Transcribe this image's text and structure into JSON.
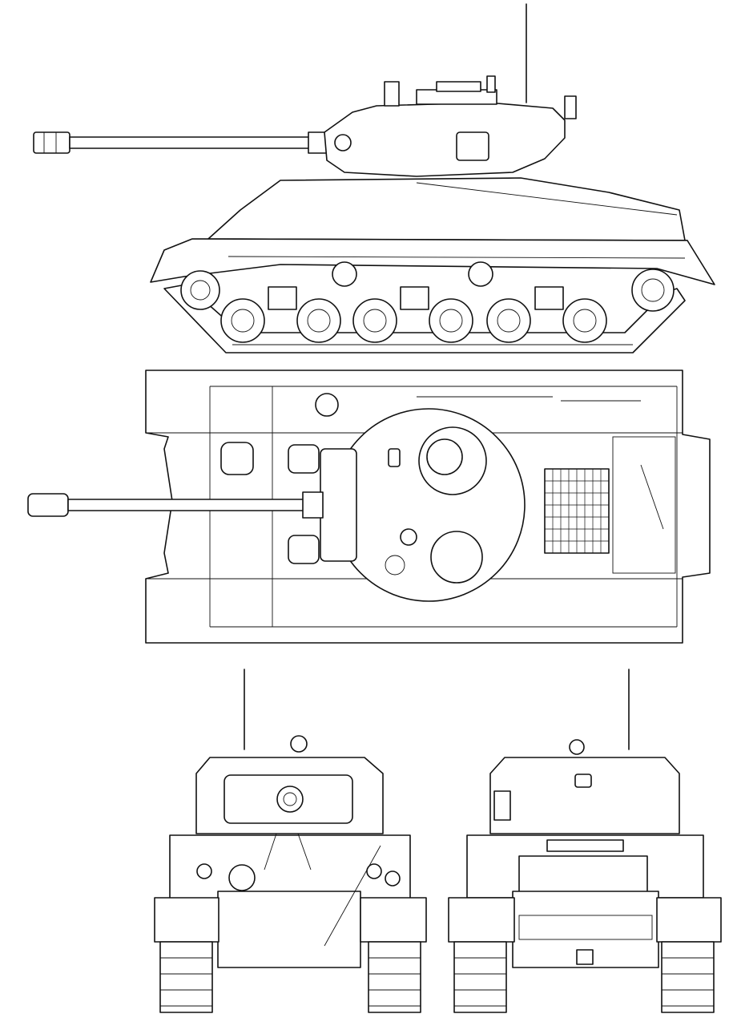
{
  "drawing": {
    "subject": "tank",
    "line_color": "#111111",
    "background": "#ffffff",
    "views": [
      "side-view",
      "top-view",
      "front-view",
      "rear-view"
    ]
  }
}
